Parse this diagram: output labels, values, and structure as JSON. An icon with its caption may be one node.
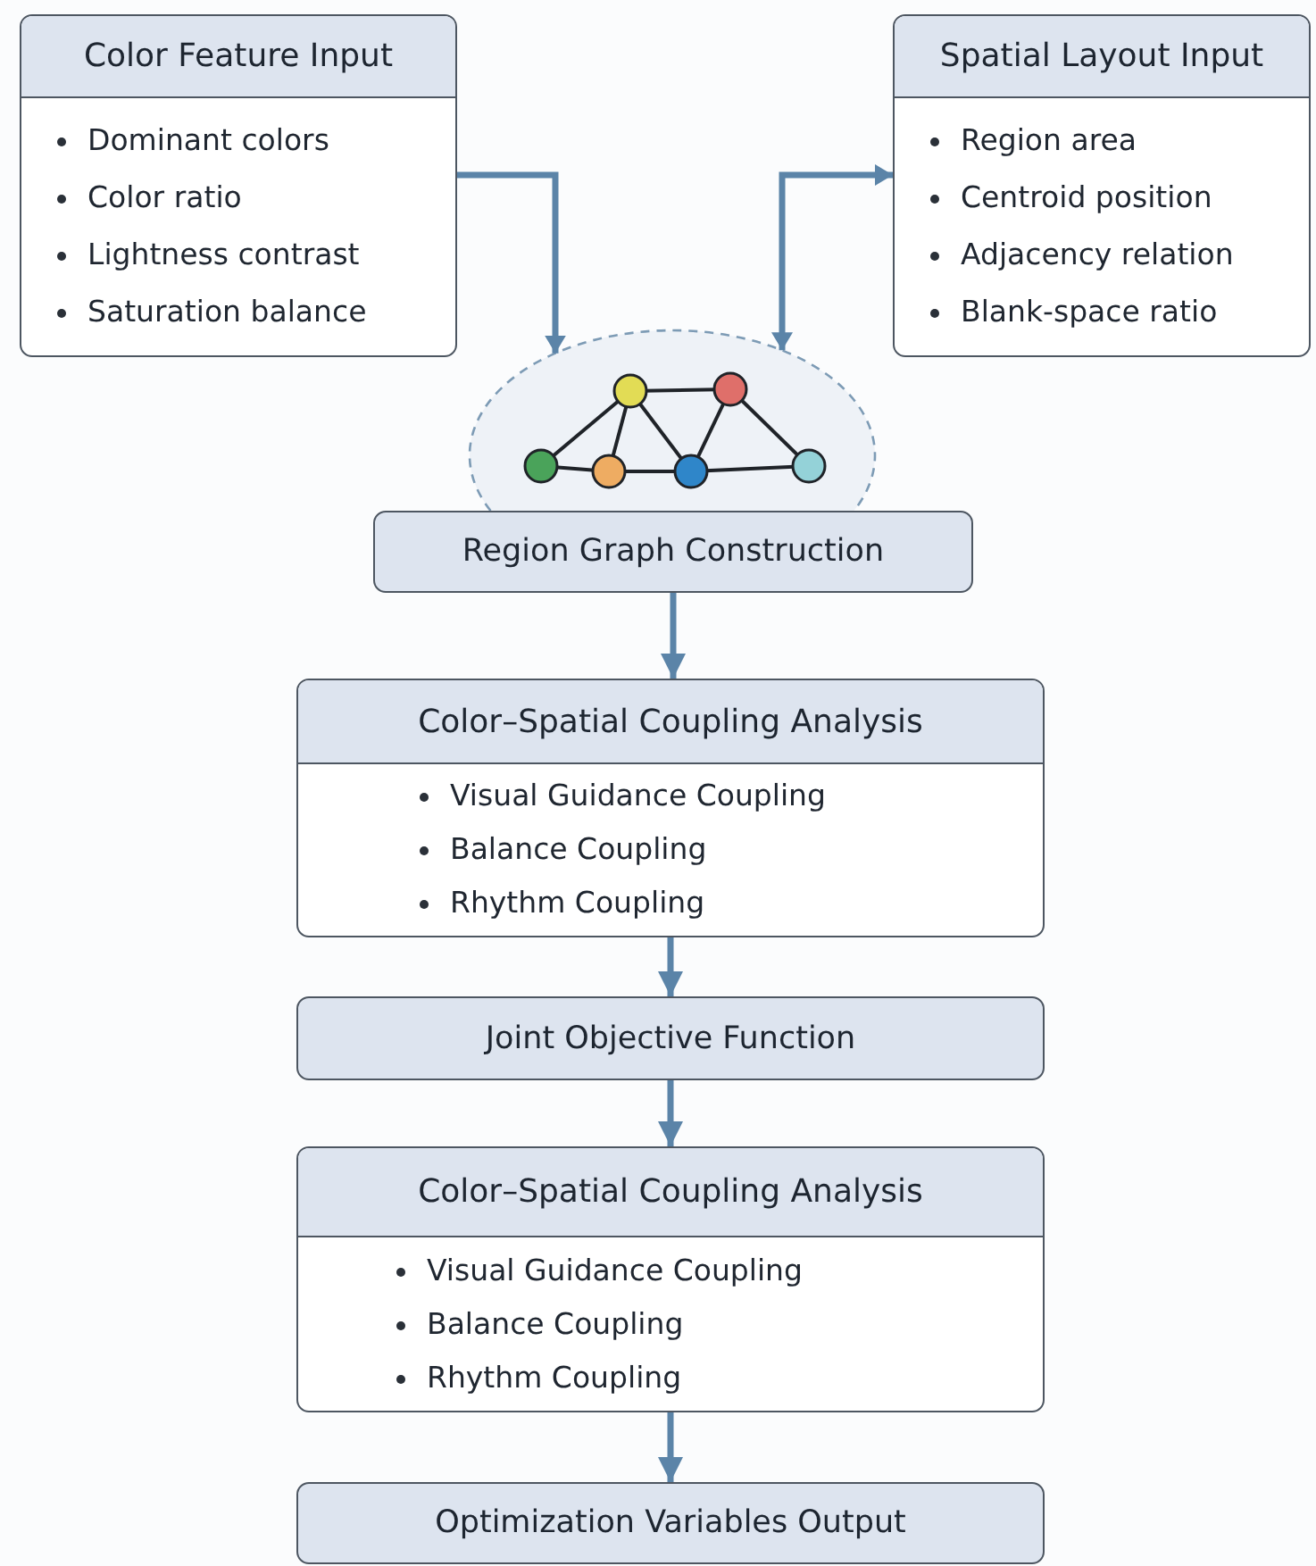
{
  "diagram": {
    "nodes": [
      {
        "text": [
          "Color Feature Input",
          "Dominant colors",
          "Color ratio",
          "Lightness contrast",
          "Saturation balance"
        ]
      },
      {
        "text": [
          "Spatial Layout Input",
          "Region area",
          "Centroid position",
          "Adjacency relation",
          "Blank-space ratio"
        ]
      },
      {
        "text": [],
        "shape": "picture"
      },
      {
        "text": [
          "Region Graph Construction"
        ]
      },
      {
        "text": [
          "Color–Spatial Coupling Analysis",
          "Visual Guidance Coupling",
          "Balance Coupling",
          "Rhythm Coupling"
        ]
      },
      {
        "text": [
          "Joint Objective Function"
        ]
      },
      {
        "text": [
          "Color–Spatial Coupling Analysis",
          "Visual Guidance Coupling",
          "Balance Coupling",
          "Rhythm Coupling"
        ]
      },
      {
        "text": [
          "Optimization Variables Output"
        ]
      }
    ],
    "edges": [
      {
        "from": 0,
        "to": 2,
        "arrow": "to"
      },
      {
        "from": 1,
        "to": 2,
        "arrow": "both"
      },
      {
        "from": 3,
        "to": 4,
        "arrow": "to"
      },
      {
        "from": 4,
        "to": 5,
        "arrow": "to"
      },
      {
        "from": 5,
        "to": 6,
        "arrow": "to"
      },
      {
        "from": 6,
        "to": 7,
        "arrow": "to"
      }
    ]
  }
}
